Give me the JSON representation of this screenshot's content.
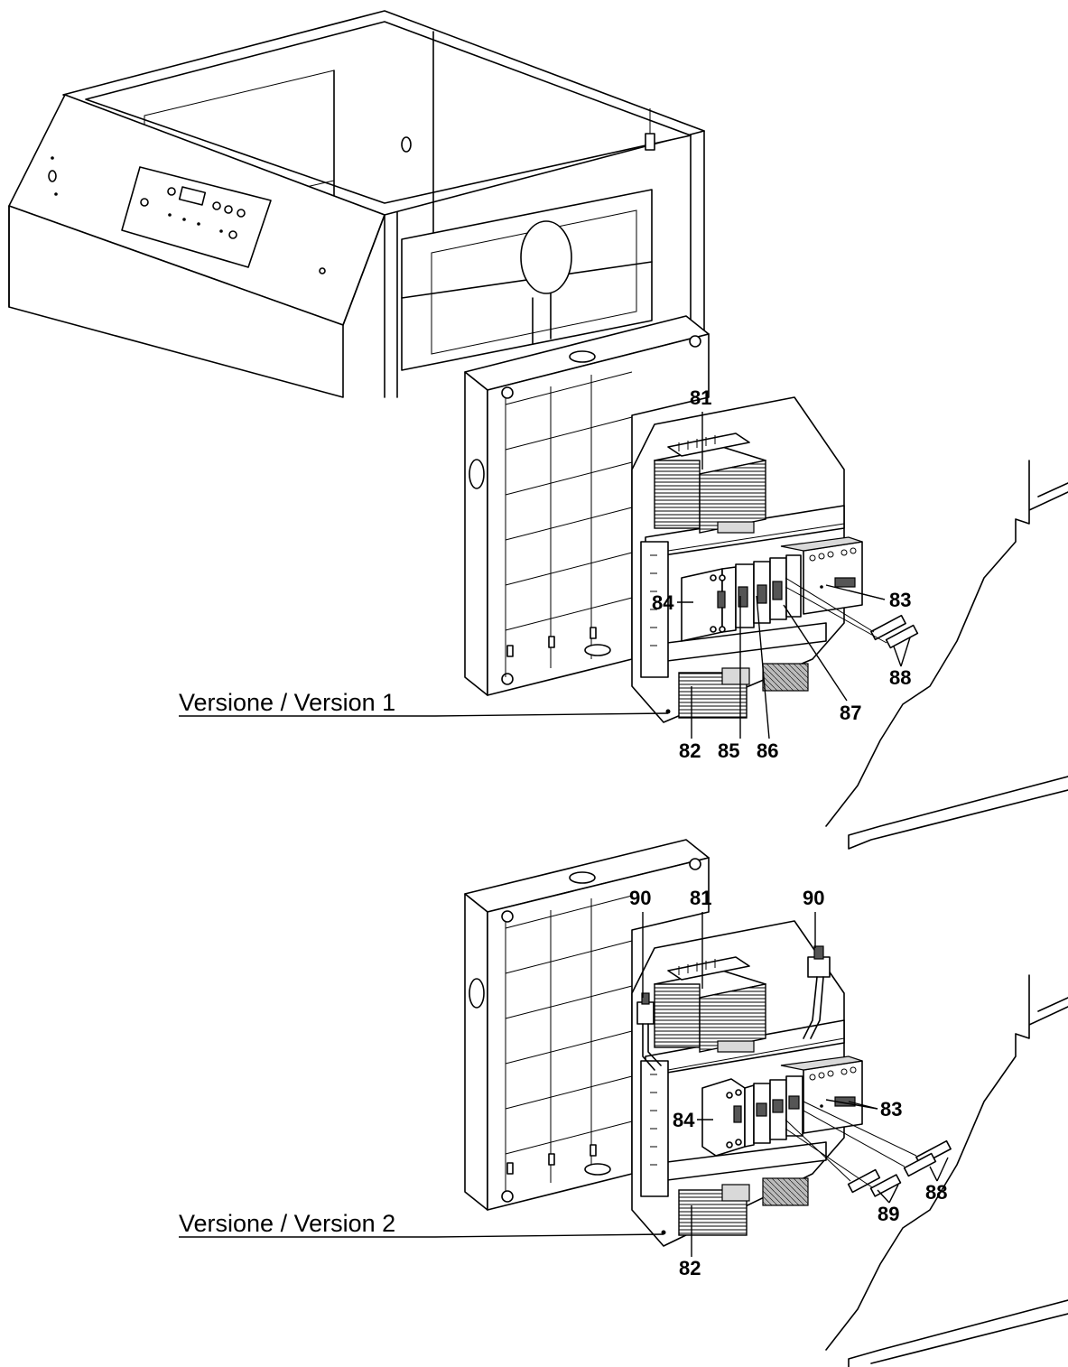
{
  "versions": [
    {
      "caption": "Versione / Version 1",
      "callouts": [
        "81",
        "84",
        "83",
        "88",
        "87",
        "82",
        "85",
        "86"
      ]
    },
    {
      "caption": "Versione / Version 2",
      "callouts": [
        "90",
        "81",
        "90",
        "84",
        "83",
        "88",
        "89",
        "82"
      ]
    }
  ]
}
